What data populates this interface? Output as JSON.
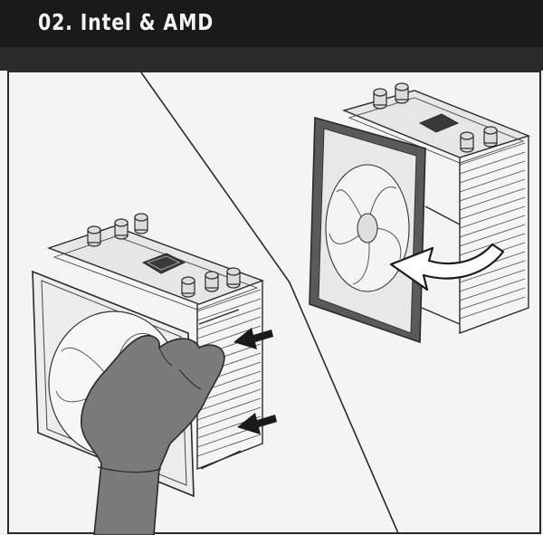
{
  "header": {
    "title": "02. Intel & AMD"
  },
  "illustrations": {
    "left": {
      "icon": "hand-mounting-fan-illustration"
    },
    "right": {
      "icon": "rotate-fan-illustration"
    }
  },
  "colors": {
    "title_bar": "#1a1a1a",
    "title_text": "#f2f2f2",
    "hand": "#777777",
    "line": "#2a2a2a",
    "background": "#f4f4f2"
  }
}
